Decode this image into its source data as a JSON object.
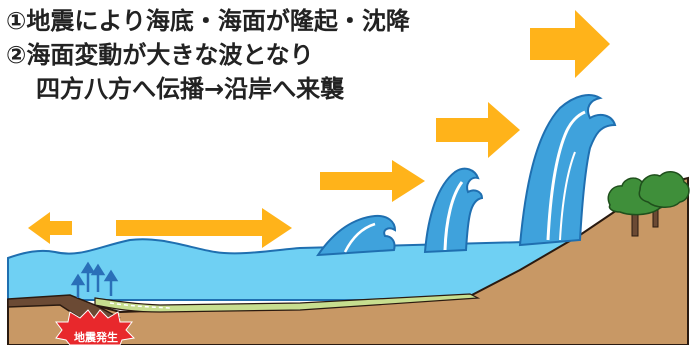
{
  "caption": {
    "line1": "①地震により海底・海面が隆起・沈降",
    "line2": "②海面変動が大きな波となり",
    "line3": "四方八方へ伝播→沿岸へ来襲"
  },
  "epicenter_label": "地震発生",
  "colors": {
    "arrow": "#ffb31a",
    "sea": "#6fd0f3",
    "wave_dark": "#1f7fc7",
    "wave_mid": "#3fa2dc",
    "ground": "#c89865",
    "seafloor_green": "#c7de8f",
    "plate_dark": "#6b4a34",
    "burst": "#e8282c",
    "tree": "#3f8f3a",
    "uplift_arrows": "#2a6fb8"
  },
  "icons": [
    "left-arrow-icon",
    "right-arrow-icon",
    "uplift-arrow-icon",
    "tree-icon",
    "explosion-icon"
  ]
}
